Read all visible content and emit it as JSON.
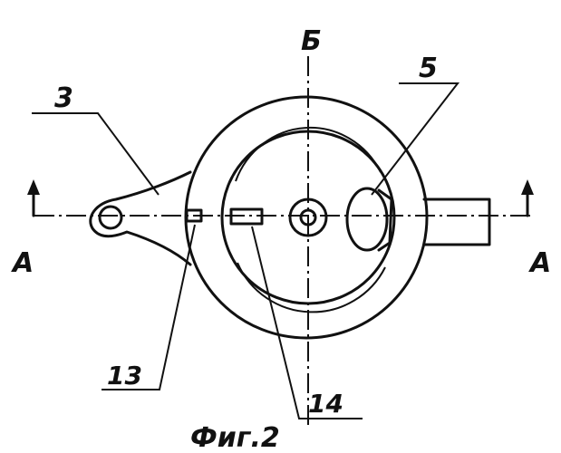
{
  "labels": {
    "section_b": "Б",
    "part_5": "5",
    "part_3": "3",
    "section_a_left": "A",
    "section_a_right": "A",
    "part_13": "13",
    "part_14": "14",
    "caption": "Фиг.2"
  }
}
